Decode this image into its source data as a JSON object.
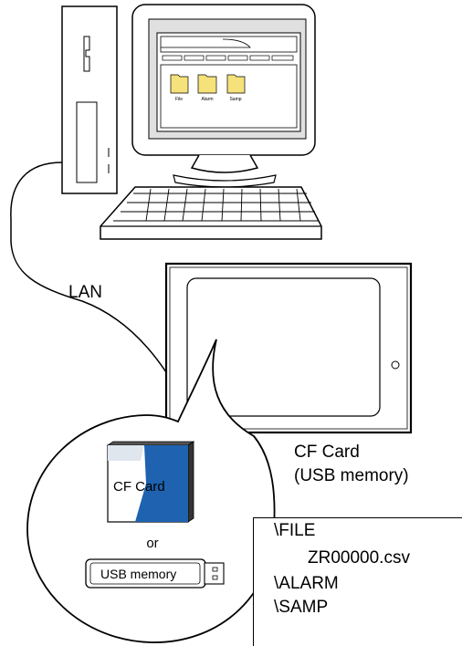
{
  "network_label": "LAN",
  "display_caption": {
    "line1": "CF Card",
    "line2": "(USB memory)"
  },
  "media": {
    "cf_card_label": "CF Card",
    "or_label": "or",
    "usb_label": "USB memory"
  },
  "monitor_screen": {
    "folders": [
      {
        "label": "File"
      },
      {
        "label": "Alarm"
      },
      {
        "label": "Samp"
      }
    ]
  },
  "directory_tree": [
    "\\FILE",
    "ZR00000.csv",
    "\\ALARM",
    "\\SAMP"
  ],
  "colors": {
    "folder_fill": "#f6e27a",
    "cf_card_blue": "#1f62b0",
    "outline": "#000000",
    "screen_frame": "#dddddd"
  }
}
